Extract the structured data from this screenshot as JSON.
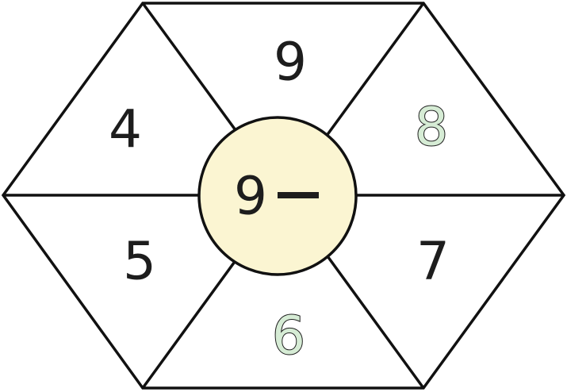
{
  "diagram": {
    "center_expression": "9 −",
    "segments": [
      {
        "position": "top",
        "value": "9",
        "fill": "#1d1d1d",
        "outlined": false
      },
      {
        "position": "upper-right",
        "value": "8",
        "fill": "#d6ecd5",
        "outlined": true
      },
      {
        "position": "lower-right",
        "value": "7",
        "fill": "#1d1d1d",
        "outlined": false
      },
      {
        "position": "bottom",
        "value": "6",
        "fill": "#d6ecd5",
        "outlined": true
      },
      {
        "position": "lower-left",
        "value": "5",
        "fill": "#1d1d1d",
        "outlined": false
      },
      {
        "position": "upper-left",
        "value": "4",
        "fill": "#1d1d1d",
        "outlined": false
      }
    ],
    "colors": {
      "line": "#111111",
      "circle_fill": "#fbf5d2",
      "background": "#ffffff"
    }
  }
}
